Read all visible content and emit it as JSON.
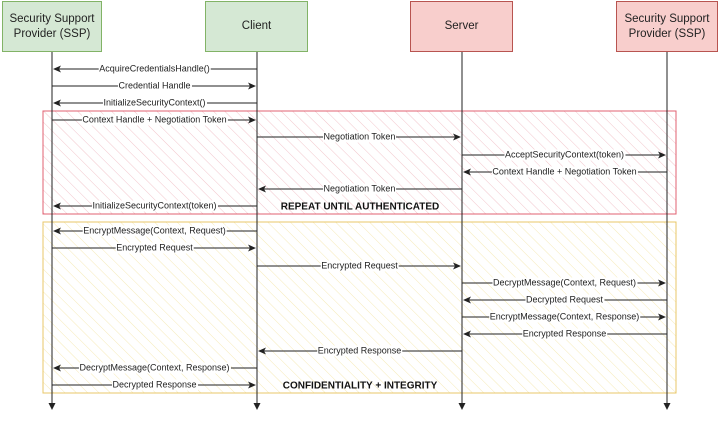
{
  "participants": [
    {
      "id": "ssp_left",
      "label": "Security Support Provider (SSP)",
      "style": "green"
    },
    {
      "id": "client",
      "label": "Client",
      "style": "green"
    },
    {
      "id": "server",
      "label": "Server",
      "style": "red"
    },
    {
      "id": "ssp_right",
      "label": "Security Support Provider (SSP)",
      "style": "red"
    }
  ],
  "colors": {
    "green_fill": "#d5e8d4",
    "green_stroke": "#82b366",
    "red_fill": "#f8cecc",
    "red_stroke": "#b85450",
    "repeat_frame": "#e06070",
    "repeat_hatch": "#f2c6cc",
    "integrity_frame": "#e8c76a",
    "integrity_hatch": "#f6eab8",
    "line": "#222222"
  },
  "messages": [
    {
      "from": "client",
      "to": "ssp_left",
      "label": "AcquireCredentialsHandle()"
    },
    {
      "from": "ssp_left",
      "to": "client",
      "label": "Credential Handle"
    },
    {
      "from": "client",
      "to": "ssp_left",
      "label": "InitializeSecurityContext()"
    },
    {
      "from": "ssp_left",
      "to": "client",
      "label": "Context Handle + Negotiation Token"
    },
    {
      "from": "client",
      "to": "server",
      "label": "Negotiation Token"
    },
    {
      "from": "server",
      "to": "ssp_right",
      "label": "AcceptSecurityContext(token)"
    },
    {
      "from": "ssp_right",
      "to": "server",
      "label": "Context Handle + Negotiation Token"
    },
    {
      "from": "server",
      "to": "client",
      "label": "Negotiation Token"
    },
    {
      "from": "client",
      "to": "ssp_left",
      "label": "InitializeSecurityContext(token)"
    },
    {
      "from": "client",
      "to": "ssp_left",
      "label": "EncryptMessage(Context, Request)"
    },
    {
      "from": "ssp_left",
      "to": "client",
      "label": "Encrypted Request"
    },
    {
      "from": "client",
      "to": "server",
      "label": "Encrypted Request"
    },
    {
      "from": "server",
      "to": "ssp_right",
      "label": "DecryptMessage(Context, Request)"
    },
    {
      "from": "ssp_right",
      "to": "server",
      "label": "Decrypted Request"
    },
    {
      "from": "server",
      "to": "ssp_right",
      "label": "EncryptMessage(Context, Response)"
    },
    {
      "from": "ssp_right",
      "to": "server",
      "label": "Encrypted Response"
    },
    {
      "from": "server",
      "to": "client",
      "label": "Encrypted Response"
    },
    {
      "from": "client",
      "to": "ssp_left",
      "label": "DecryptMessage(Context, Response)"
    },
    {
      "from": "ssp_left",
      "to": "client",
      "label": "Decrypted Response"
    }
  ],
  "groups": [
    {
      "id": "repeat",
      "label": "REPEAT UNTIL AUTHENTICATED"
    },
    {
      "id": "integrity",
      "label": "CONFIDENTIALITY + INTEGRITY"
    }
  ]
}
